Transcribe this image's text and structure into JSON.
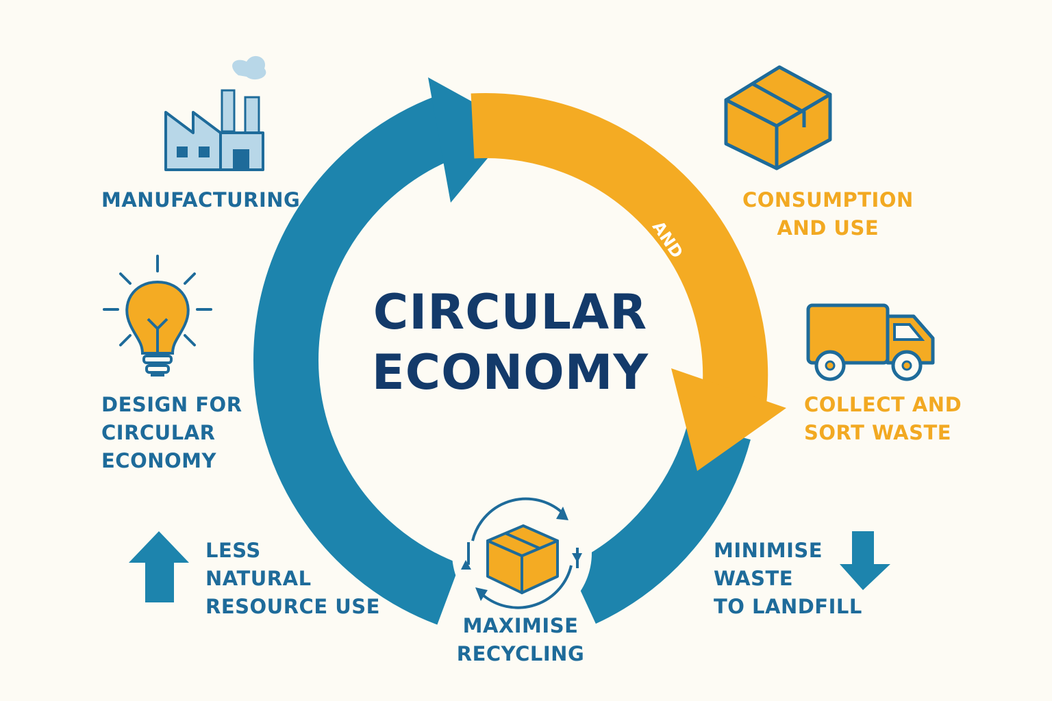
{
  "title": {
    "line1": "CIRCULAR",
    "line2": "ECONOMY"
  },
  "ring_label": "AND",
  "stages": {
    "manufacturing": {
      "lines": [
        "MANUFACTURING"
      ]
    },
    "consumption": {
      "lines": [
        "CONSUMPTION",
        "AND USE"
      ]
    },
    "collect": {
      "lines": [
        "COLLECT AND",
        "SORT WASTE"
      ]
    },
    "recycling": {
      "lines": [
        "MAXIMISE",
        "RECYCLING"
      ]
    },
    "design": {
      "lines": [
        "DESIGN FOR",
        "CIRCULAR",
        "ECONOMY"
      ]
    }
  },
  "benefits": {
    "less_resource": {
      "lines": [
        "LESS",
        "NATURAL",
        "RESOURCE USE"
      ],
      "direction": "up"
    },
    "minimise_waste": {
      "lines": [
        "MINIMISE",
        "WASTE",
        "TO LANDFILL"
      ],
      "direction": "down"
    }
  },
  "icons": {
    "manufacturing": "factory-icon",
    "consumption": "box-icon",
    "collect": "truck-icon",
    "recycling": "recycle-box-icon",
    "design": "lightbulb-icon",
    "less_resource": "arrow-up-icon",
    "minimise_waste": "arrow-down-icon"
  },
  "colors": {
    "blue": "#1d84ad",
    "orange": "#f4ab23",
    "navy": "#133a6a",
    "text_blue": "#1e6b9a",
    "background": "#fdfbf4"
  }
}
